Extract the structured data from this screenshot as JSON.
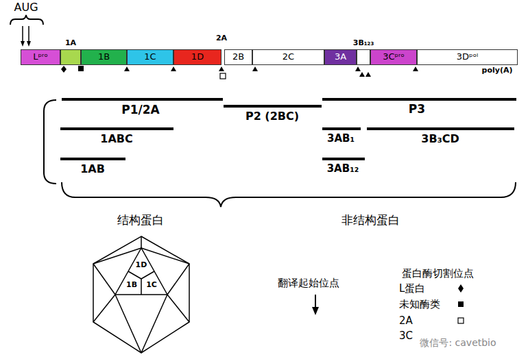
{
  "diagram": {
    "nodes": [
      {
        "text": [
          "Lᵖʳᵒ"
        ]
      },
      {
        "text": [
          "1A"
        ]
      },
      {
        "text": [
          "1B"
        ]
      },
      {
        "text": [
          "1C"
        ]
      },
      {
        "text": [
          "1D"
        ]
      },
      {
        "text": [
          "2B"
        ]
      },
      {
        "text": [
          "2C"
        ]
      },
      {
        "text": [
          "3A"
        ]
      },
      {
        "text": [
          "3B₁₂₃"
        ]
      },
      {
        "text": [
          "3Cᵖʳᵒ"
        ]
      },
      {
        "text": [
          "3Dᵖᵒˡ"
        ]
      }
    ],
    "labels": [
      "AUG",
      "2A",
      "poly(A)",
      "P1/2A",
      "P2 (2BC)",
      "P3",
      "1ABC",
      "3AB₁",
      "3B₃CD",
      "1AB",
      "3AB₁₂",
      "结构蛋白",
      "非结构蛋白",
      "1D",
      "1B",
      "1C",
      "蛋白酶切割位点",
      "微信号: cavetbio"
    ],
    "legend": [
      {
        "text": "翻译起始位点"
      },
      {
        "text": "L蛋白"
      },
      {
        "text": "未知酶类"
      },
      {
        "text": "2A"
      },
      {
        "text": "3C"
      }
    ]
  }
}
